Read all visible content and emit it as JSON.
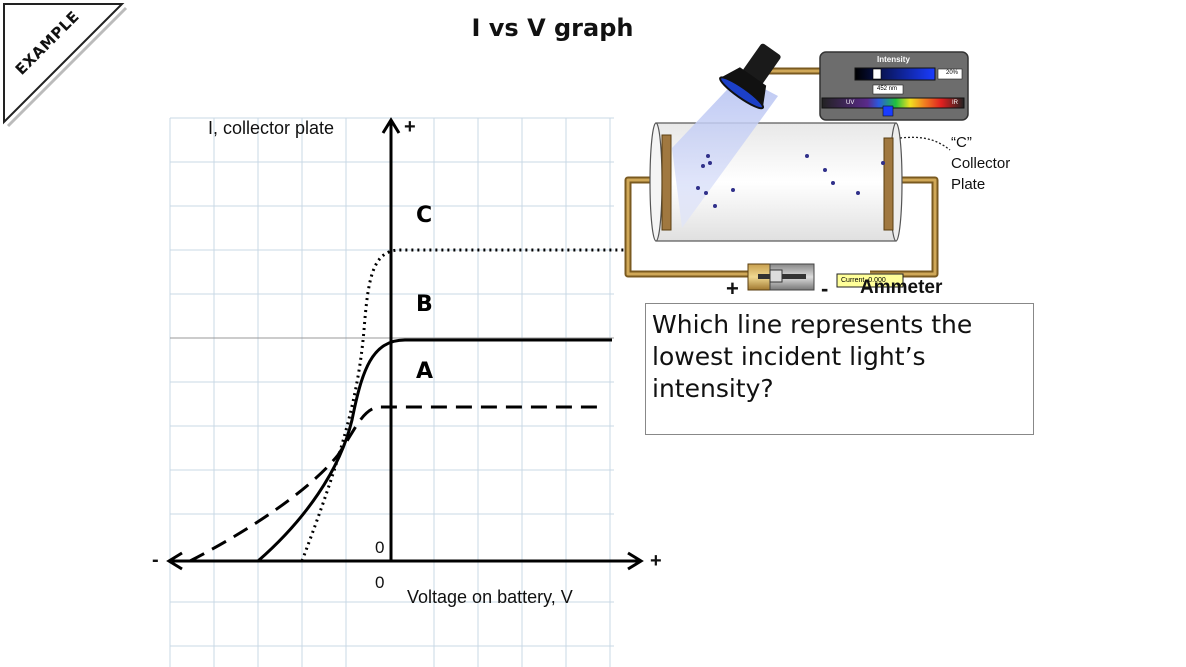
{
  "badge": {
    "label": "EXAMPLE"
  },
  "title": "I vs V graph",
  "graph": {
    "y_axis_label": "I, collector plate",
    "x_axis_label": "Voltage on battery, V",
    "y_plus": "+",
    "x_plus": "+",
    "x_minus": "-",
    "origin_y": "0",
    "origin_x": "0",
    "curve_labels": [
      "C",
      "B",
      "A"
    ]
  },
  "apparatus": {
    "collector_label": "“C”\nCollector\nPlate",
    "ammeter_label": "Ammeter",
    "battery_plus": "+",
    "battery_minus": "-",
    "current_readout": "Current  0.000",
    "intensity_panel": {
      "title": "Intensity",
      "intensity_value": "20%",
      "intensity_fraction": 0.2,
      "wavelength": "452 nm",
      "spectrum_left": "UV",
      "spectrum_right": "IR"
    }
  },
  "question": "Which line represents the lowest incident light’s intensity?"
}
